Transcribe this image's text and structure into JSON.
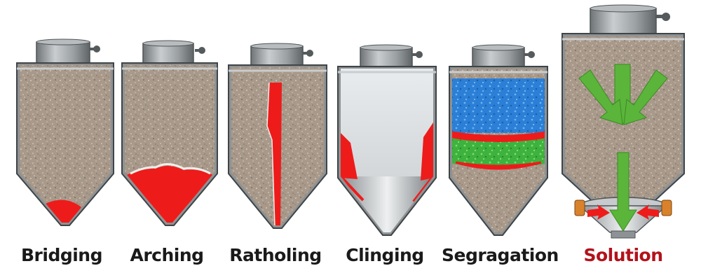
{
  "colors": {
    "fill": "#a8998a",
    "problem": "#ee1b1b",
    "solution_label": "#b3121b",
    "arrow": "#5ab53a",
    "segregation_top": "#2b7fd6",
    "segregation_mid": "#3eb23e",
    "steel": "#8e9294"
  },
  "silos": [
    {
      "id": "bridging",
      "label": "Bridging",
      "icon": "silo-bridging-illustration"
    },
    {
      "id": "arching",
      "label": "Arching",
      "icon": "silo-arching-illustration"
    },
    {
      "id": "ratholing",
      "label": "Ratholing",
      "icon": "silo-ratholing-illustration"
    },
    {
      "id": "clinging",
      "label": "Clinging",
      "icon": "silo-clinging-illustration"
    },
    {
      "id": "segragation",
      "label": "Segragation",
      "icon": "silo-segregation-illustration"
    },
    {
      "id": "solution",
      "label": "Solution",
      "icon": "silo-solution-vibrator-illustration"
    }
  ]
}
